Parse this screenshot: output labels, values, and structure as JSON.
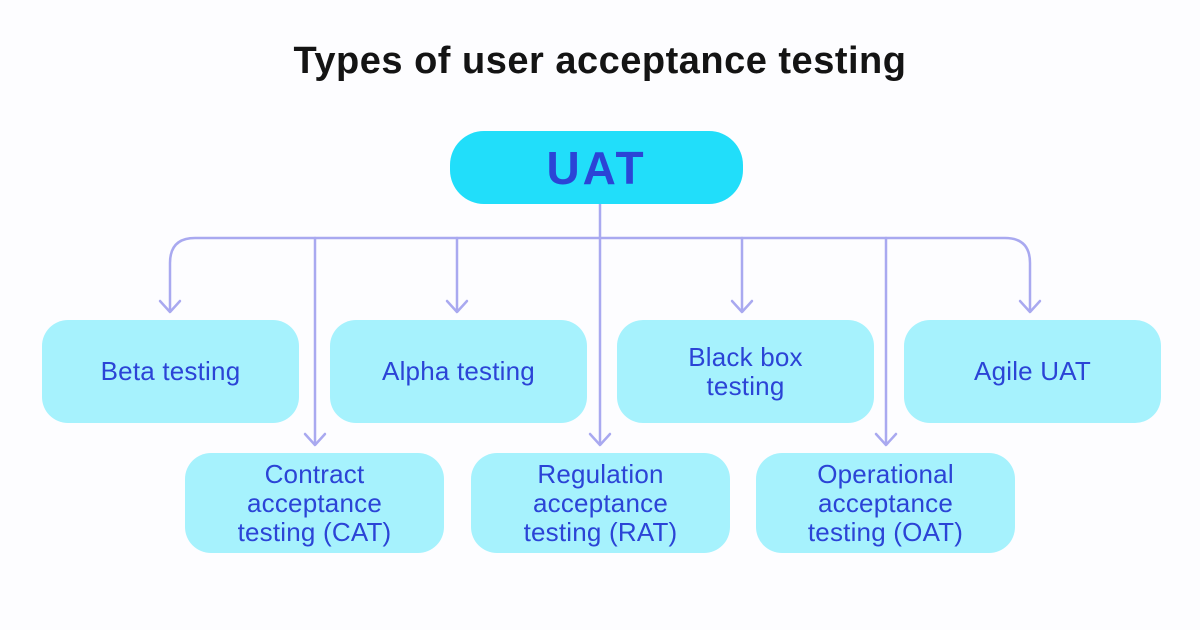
{
  "title": "Types of user acceptance testing",
  "colors": {
    "background": "#FDFDFF",
    "title_color": "#141414",
    "root_fill": "#21DEFA",
    "box_fill": "#A6F2FD",
    "text_blue": "#2B44D6",
    "connector": "#A9A9F0"
  },
  "diagram": {
    "root": {
      "label": "UAT"
    },
    "row1": [
      {
        "label": "Beta testing"
      },
      {
        "label": "Alpha testing"
      },
      {
        "label": "Black box testing"
      },
      {
        "label": "Agile UAT"
      }
    ],
    "row2": [
      {
        "label": "Contract acceptance testing (CAT)"
      },
      {
        "label": "Regulation acceptance testing (RAT)"
      },
      {
        "label": "Operational acceptance testing (OAT)"
      }
    ]
  }
}
